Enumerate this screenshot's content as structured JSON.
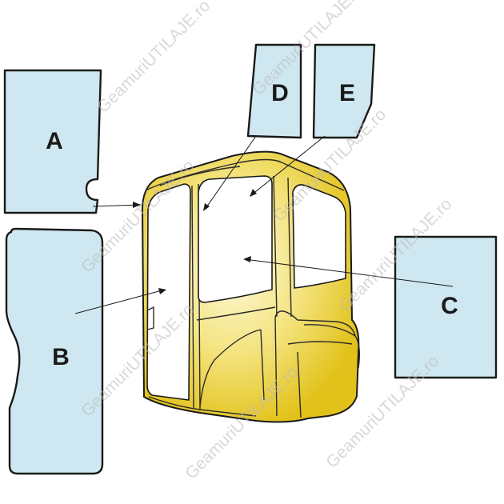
{
  "watermark": "GeamuriUTILAJE.ro",
  "colors": {
    "glass_fill": "#cfe7f0",
    "cab_yellow": "#e8c91c",
    "cab_highlight": "#fffbe0",
    "outline": "#1a1a1a"
  },
  "parts": [
    {
      "id": "A",
      "label": "A"
    },
    {
      "id": "B",
      "label": "B"
    },
    {
      "id": "C",
      "label": "C"
    },
    {
      "id": "D",
      "label": "D"
    },
    {
      "id": "E",
      "label": "E"
    }
  ]
}
